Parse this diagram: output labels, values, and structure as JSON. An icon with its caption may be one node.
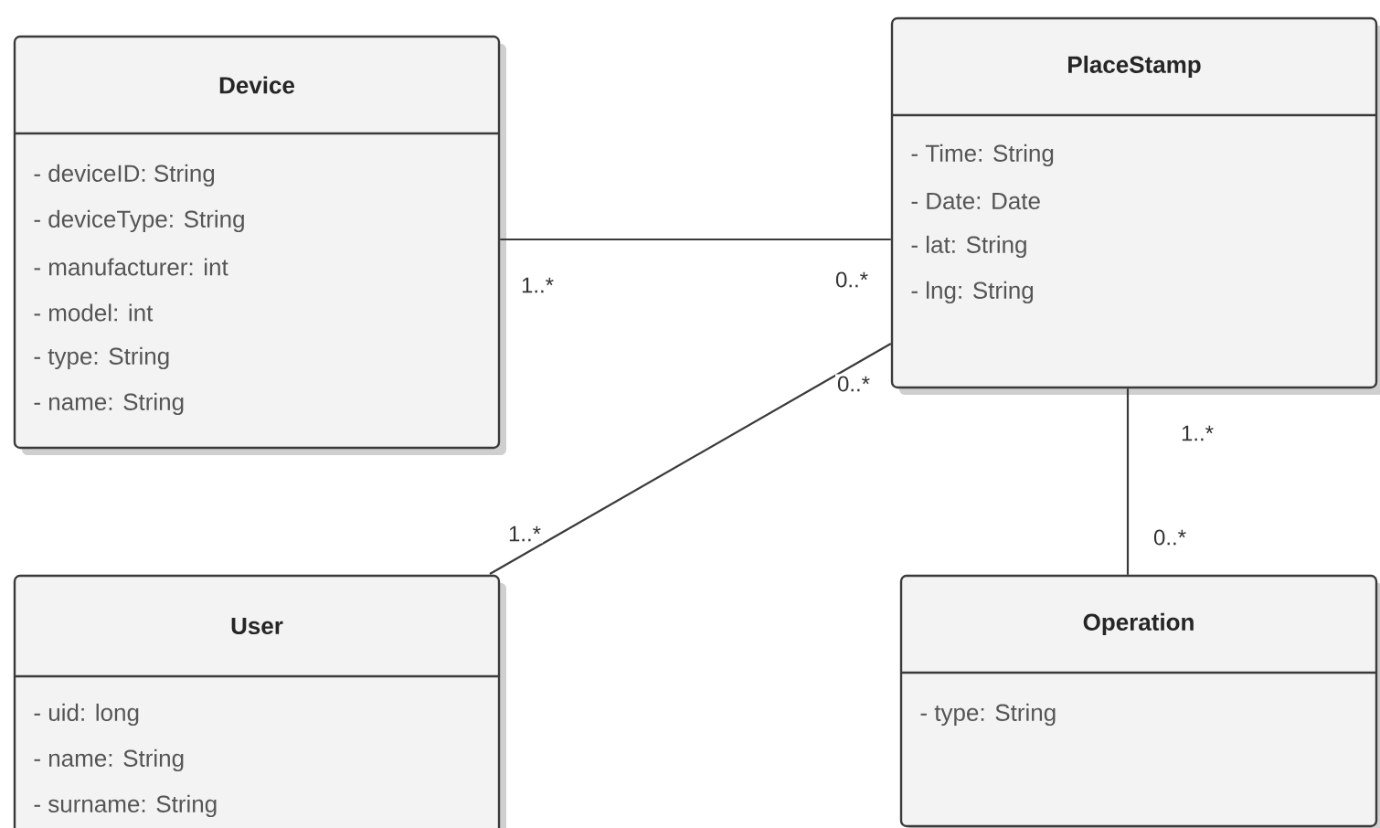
{
  "diagram": {
    "nodes": [
      {
        "text": [
          "Device",
          "- deviceID: String",
          "- deviceType: String",
          "- manufacturer: int",
          "- model: int",
          "- type: String",
          "- name: String"
        ]
      },
      {
        "text": [
          "PlaceStamp",
          "- Time: String",
          "- Date: Date",
          "- lat: String",
          "- lng: String"
        ]
      },
      {
        "text": [
          "User",
          "- uid: long",
          "- name: String",
          "- surname: String"
        ]
      },
      {
        "text": [
          "Operation",
          "- type: String"
        ]
      }
    ],
    "edges": [
      {
        "from": 0,
        "to": 1,
        "arrow": "none"
      },
      {
        "from": 2,
        "to": 1,
        "arrow": "none"
      },
      {
        "from": 1,
        "to": 3,
        "arrow": "none"
      }
    ],
    "labels": [
      "1..*",
      "0..*",
      "0..*",
      "1..*",
      "1..*",
      "0..*"
    ]
  }
}
